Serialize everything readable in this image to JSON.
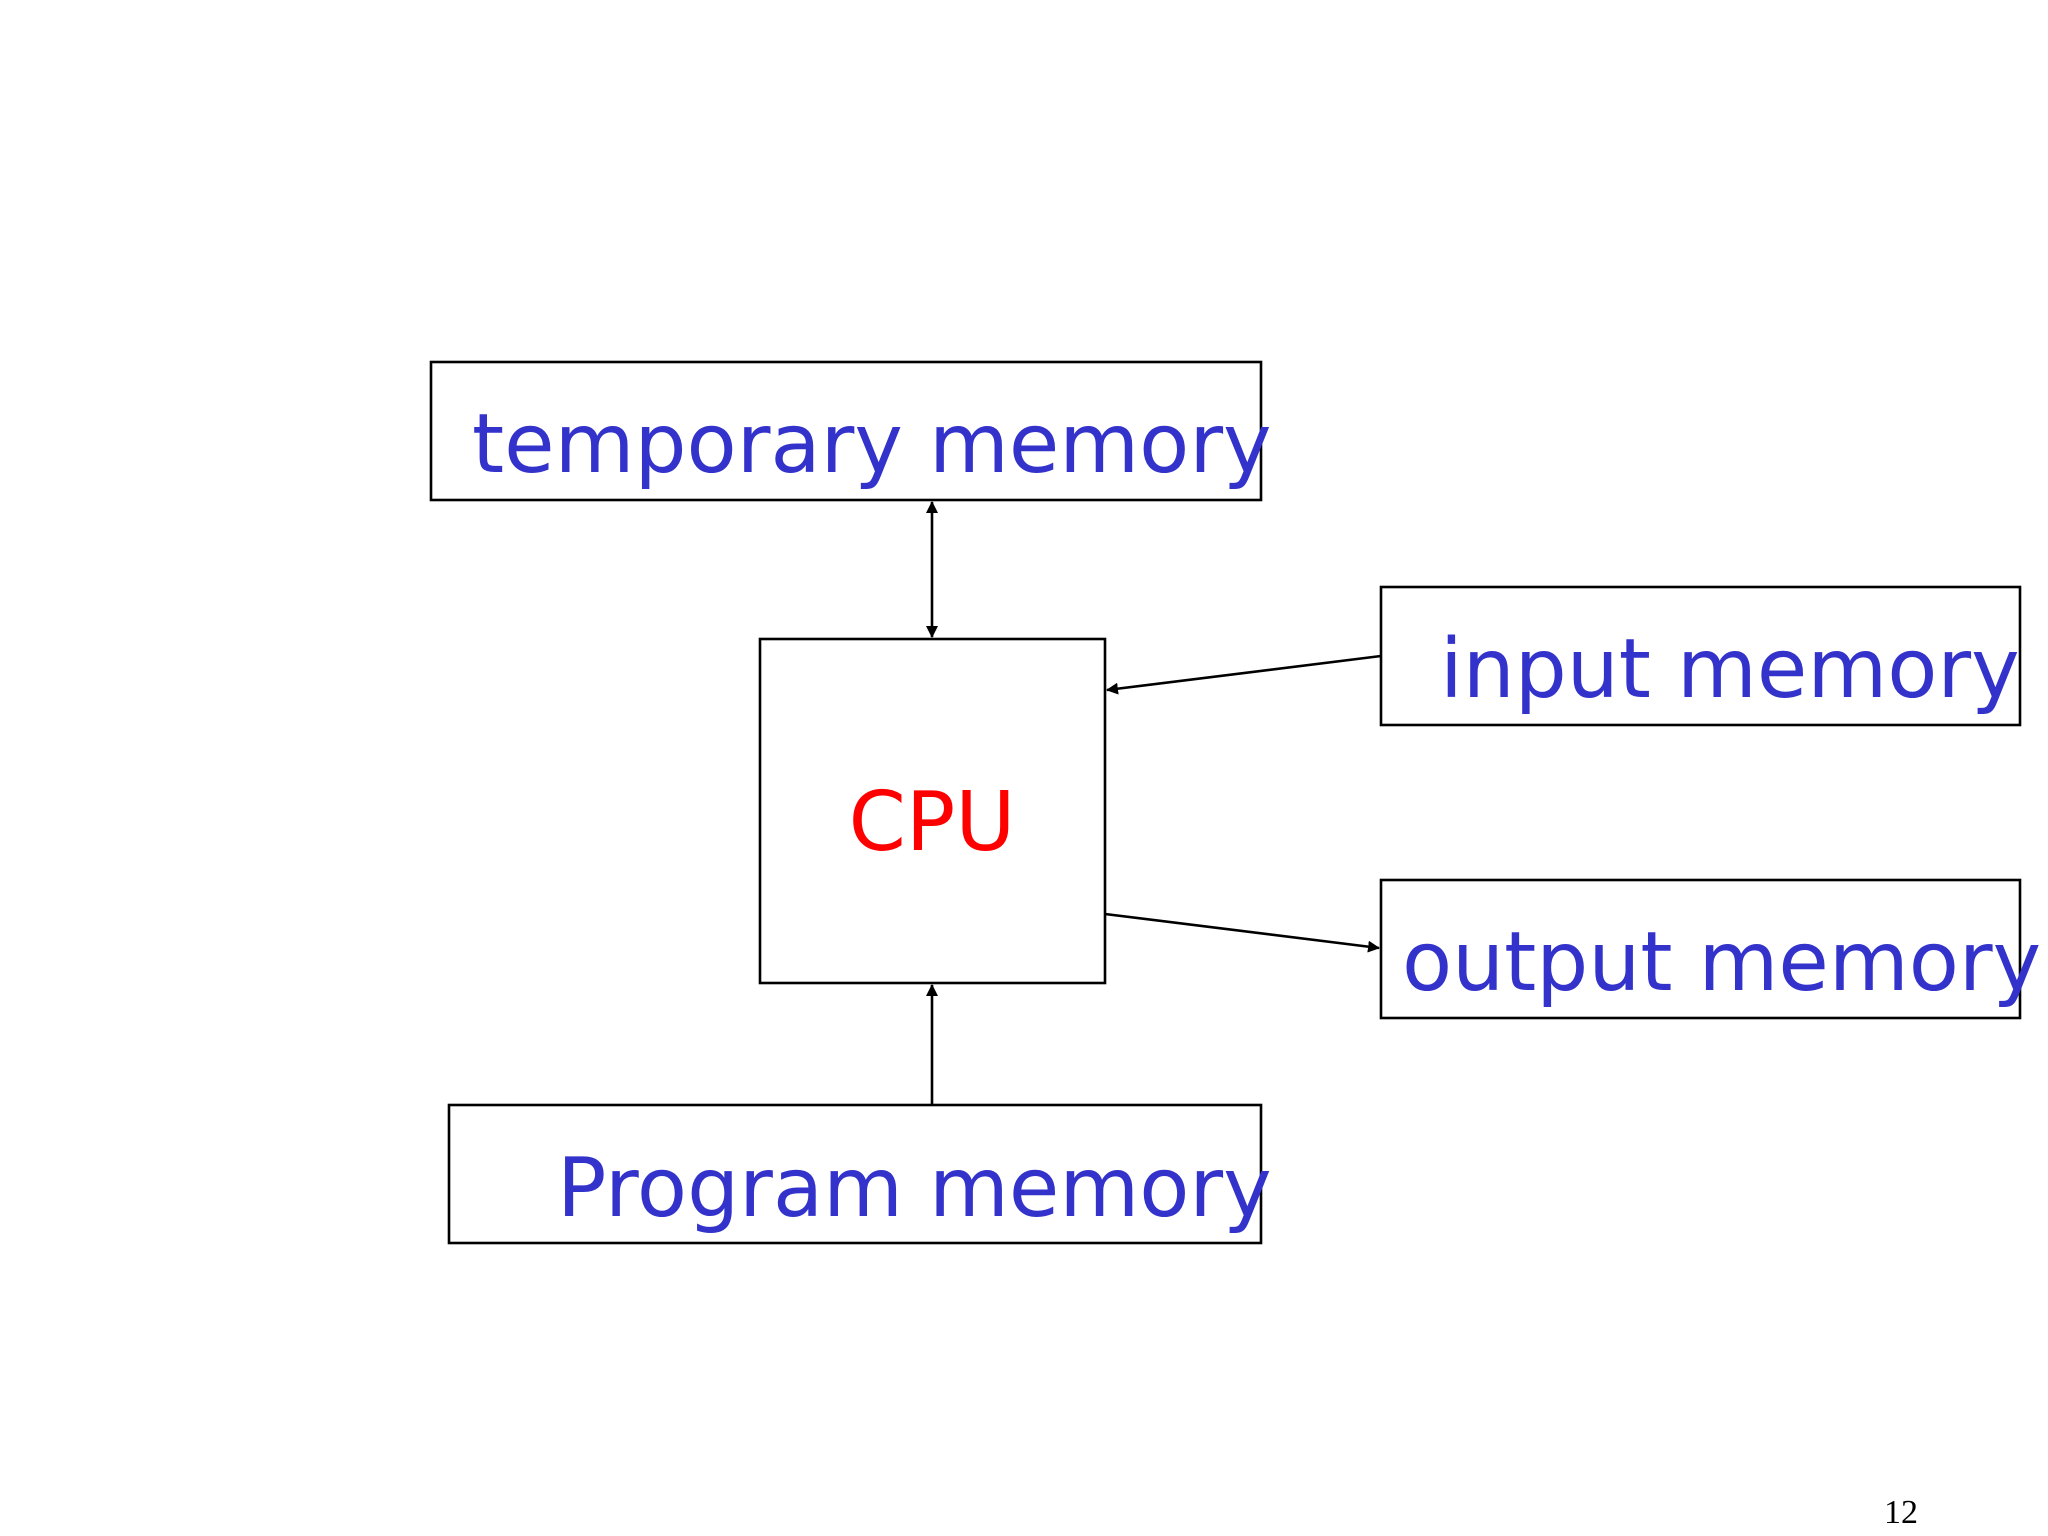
{
  "diagram": {
    "cpu": {
      "label": "CPU",
      "color": "#ff0000"
    },
    "temporary_memory": {
      "label": "temporary memory",
      "color": "#3333cc"
    },
    "input_memory": {
      "label": "input memory",
      "color": "#3333cc"
    },
    "output_memory": {
      "label": "output memory",
      "color": "#3333cc"
    },
    "program_memory": {
      "label": "Program memory",
      "color": "#3333cc"
    },
    "connections": [
      {
        "from": "temporary memory",
        "to": "CPU",
        "direction": "bidirectional"
      },
      {
        "from": "input memory",
        "to": "CPU",
        "direction": "one-way"
      },
      {
        "from": "CPU",
        "to": "output memory",
        "direction": "one-way"
      },
      {
        "from": "Program memory",
        "to": "CPU",
        "direction": "one-way"
      }
    ]
  },
  "footer": {
    "page_number": "12"
  }
}
